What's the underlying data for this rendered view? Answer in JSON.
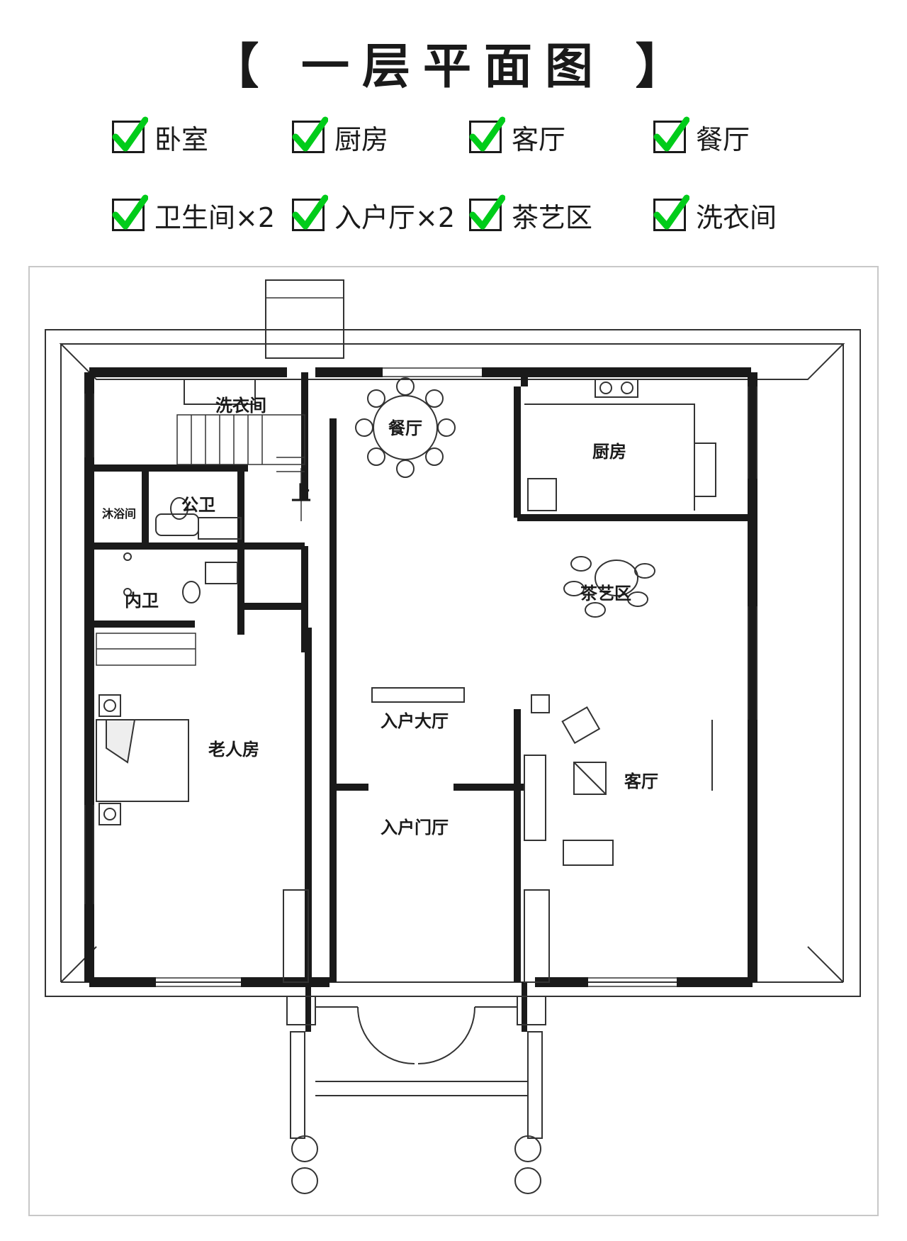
{
  "title": "【 一层平面图 】",
  "features": [
    {
      "label": "卧室",
      "icon": "checkbox-icon"
    },
    {
      "label": "厨房",
      "icon": "checkbox-icon"
    },
    {
      "label": "客厅",
      "icon": "checkbox-icon"
    },
    {
      "label": "餐厅",
      "icon": "checkbox-icon"
    },
    {
      "label": "卫生间×2",
      "icon": "checkbox-icon"
    },
    {
      "label": "入户厅×2",
      "icon": "checkbox-icon"
    },
    {
      "label": "茶艺区",
      "icon": "checkbox-icon"
    },
    {
      "label": "洗衣间",
      "icon": "checkbox-icon"
    }
  ],
  "rooms": {
    "laundry": "洗衣间",
    "dining": "餐厅",
    "kitchen": "厨房",
    "public_bath": "公卫",
    "shower": "沐浴间",
    "stairs_up": "上",
    "tea": "茶艺区",
    "ensuite": "内卫",
    "elder_bedroom": "老人房",
    "hall": "入户大厅",
    "living": "客厅",
    "foyer": "入户门厅"
  },
  "colors": {
    "check_green": "#00cc1a",
    "wall": "#1a1a1a"
  }
}
